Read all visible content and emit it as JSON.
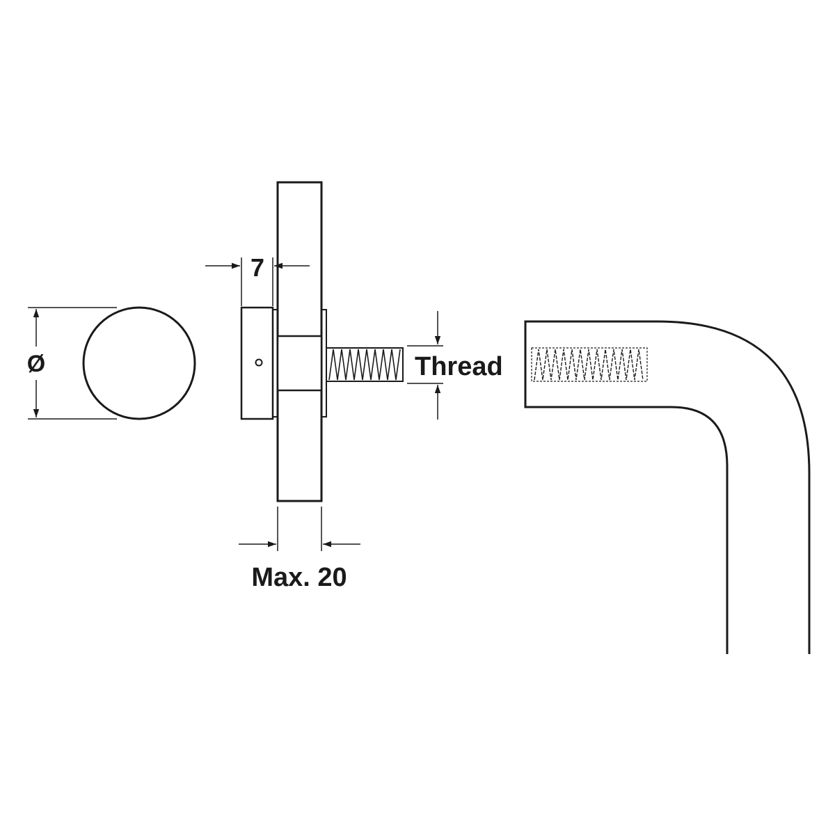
{
  "labels": {
    "diameter": "Ø",
    "offset": "7",
    "thread": "Thread",
    "max_thickness": "Max. 20"
  },
  "colors": {
    "line": "#1a1a1a",
    "panel_fill": "#d9d9d9",
    "background": "#ffffff"
  }
}
